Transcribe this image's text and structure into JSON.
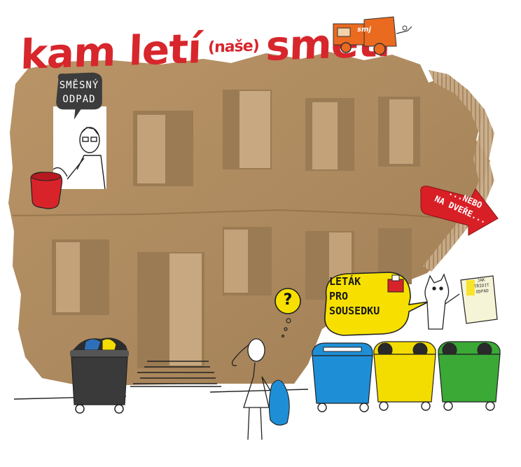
{
  "title": {
    "part1": "kam letí",
    "part2": "(naše)",
    "part3": "smetí"
  },
  "truck": {
    "logo": "smj"
  },
  "bubble_mixed_waste": {
    "line1": "SMĚSNÝ",
    "line2": "ODPAD"
  },
  "arrow_sign": {
    "line1": "...NEBO",
    "line2": "NA DVEŘE..."
  },
  "question": {
    "symbol": "?"
  },
  "bubble_leaflet": {
    "line1": "LETÁK",
    "line2": "PRO",
    "line3": "SOUSEDKU"
  },
  "leaflet_card": {
    "line1": "JAK",
    "line2": "TŘÍDIT",
    "line3": "ODPAD"
  },
  "colors": {
    "title_red": "#d7262c",
    "cardboard": "#b48e63",
    "bubble_dark": "#3c3c3c",
    "bubble_yellow": "#f7e000",
    "arrow_red": "#d91f26",
    "bin_blue": "#1e8fd6",
    "bin_yellow": "#f3dc00",
    "bin_green": "#3aa936",
    "bin_black": "#3a3a3a",
    "bucket_red": "#d9232a",
    "truck_orange": "#ea6a1f"
  }
}
